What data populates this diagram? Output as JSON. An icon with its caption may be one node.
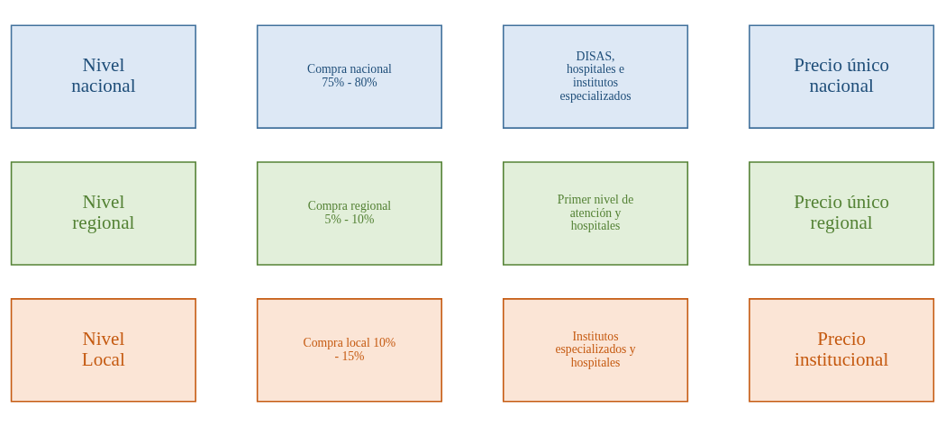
{
  "diagram": {
    "nodes": [
      {
        "text": [
          "Nivel nacional"
        ]
      },
      {
        "text": [
          "Compra nacional 75% - 80%"
        ]
      },
      {
        "text": [
          "DISAS, hospitales e institutos especializados"
        ]
      },
      {
        "text": [
          "Precio único nacional"
        ]
      },
      {
        "text": [
          "Nivel regional"
        ]
      },
      {
        "text": [
          "Compra regional 5% - 10%"
        ]
      },
      {
        "text": [
          "Primer nivel de atención y hospitales"
        ]
      },
      {
        "text": [
          "Precio único regional"
        ]
      },
      {
        "text": [
          "Nivel Local"
        ]
      },
      {
        "text": [
          "Compra local 10% - 15%"
        ]
      },
      {
        "text": [
          "Institutos especializados y hospitales"
        ]
      },
      {
        "text": [
          "Precio institucional"
        ]
      }
    ]
  }
}
